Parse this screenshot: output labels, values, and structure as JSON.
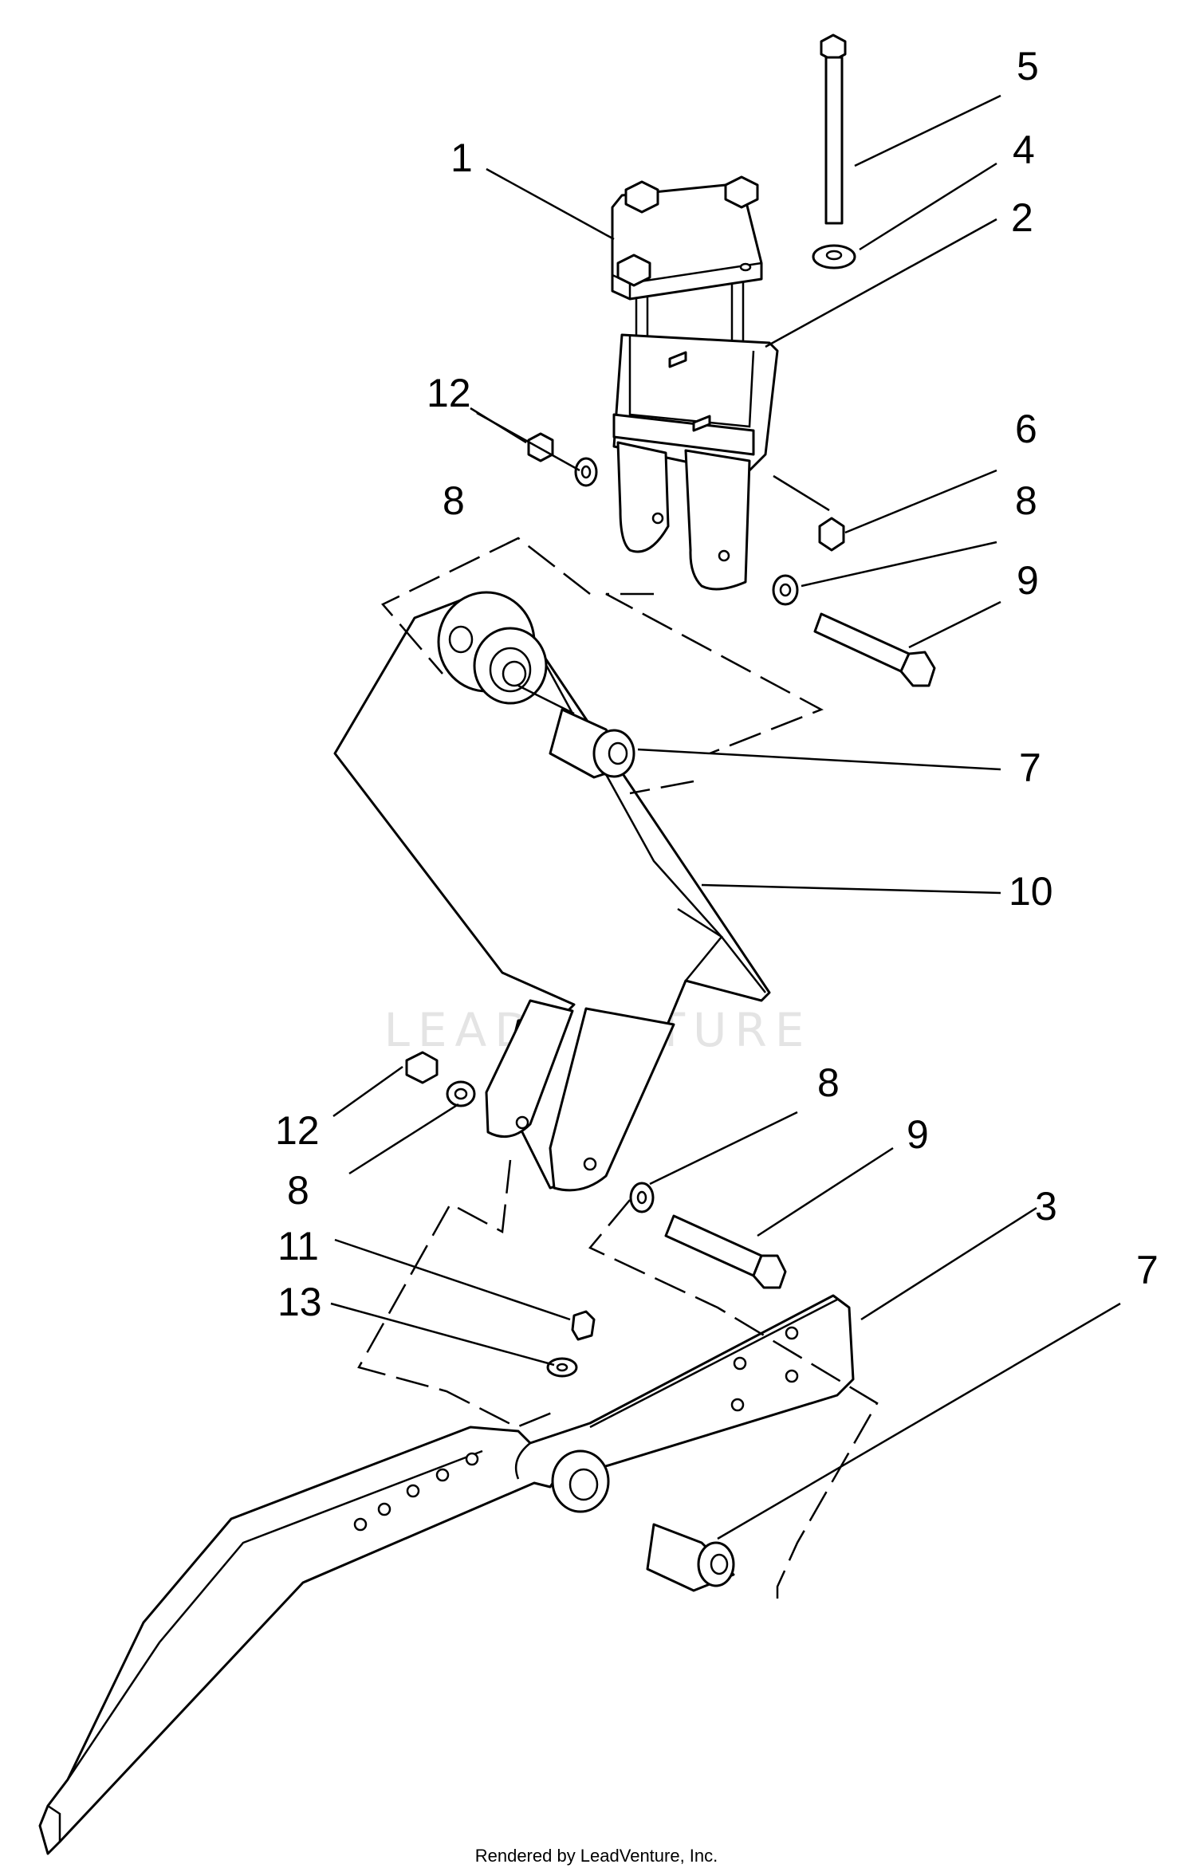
{
  "callouts": {
    "c1": "1",
    "c2": "2",
    "c3": "3",
    "c4": "4",
    "c5": "5",
    "c6": "6",
    "c7a": "7",
    "c7b": "7",
    "c8a": "8",
    "c8b": "8",
    "c8c": "8",
    "c8d": "8",
    "c9a": "9",
    "c9b": "9",
    "c10": "10",
    "c11": "11",
    "c12a": "12",
    "c12b": "12",
    "c13": "13"
  },
  "watermark": {
    "brand": "LEADVENTURE"
  },
  "footer": {
    "credit": "Rendered by LeadVenture, Inc."
  },
  "colors": {
    "ink": "#000000",
    "background": "#ffffff",
    "watermark": "#e4e4e4"
  }
}
